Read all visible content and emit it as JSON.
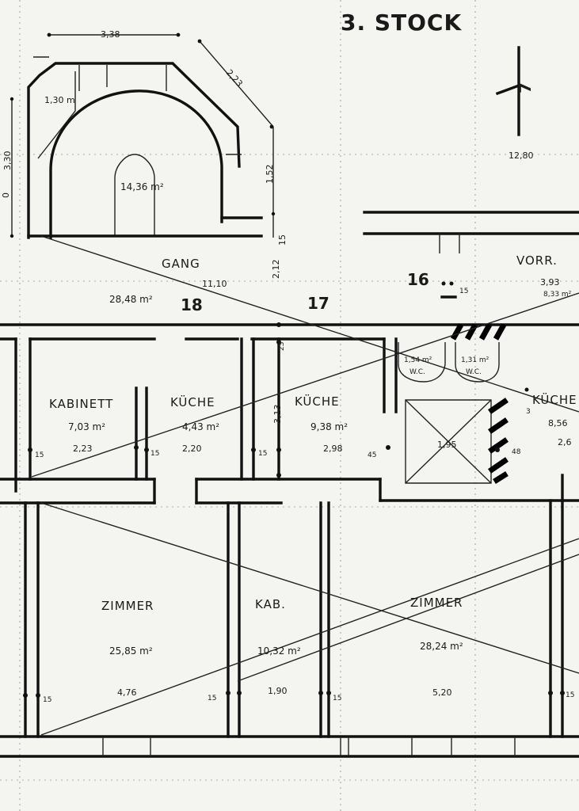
{
  "plan": {
    "title": "3. STOCK",
    "north_mark": "7",
    "stair_numbers": [
      "16",
      "17",
      "18"
    ],
    "rooms": [
      {
        "name": "GANG",
        "area": "28,48 m²",
        "dim": "11,10"
      },
      {
        "name": "KABINETT",
        "area": "7,03 m²",
        "dim": "2,23"
      },
      {
        "name": "KÜCHE",
        "area": "4,43 m²",
        "dim": "2,20"
      },
      {
        "name": "KÜCHE",
        "area": "9,38 m²",
        "dim": "2,98"
      },
      {
        "name": "W.C.",
        "area": "1,54 m²"
      },
      {
        "name": "W.C.",
        "area": "1,31 m²"
      },
      {
        "name": "VORR.",
        "area": "8,33 m²",
        "dim": "3,93"
      },
      {
        "name": "KÜCHE",
        "dim": "8,56"
      },
      {
        "name": "ZIMMER",
        "area": "25,85 m²",
        "dim": "4,76"
      },
      {
        "name": "KAB.",
        "area": "10,32 m²",
        "dim": "1,90"
      },
      {
        "name": "ZIMMER",
        "area": "28,24 m²",
        "dim": "5,20"
      }
    ],
    "stair_area": "14,36 m²",
    "dimensions": {
      "top_width": "3,38",
      "diag_wall": "2,23",
      "arch_width": "1,30 m",
      "left_height": "3,30",
      "left_zero": "0",
      "stair_height": "1,52",
      "gang_height": "2,12",
      "gang_15": "15",
      "right_width": "12,80",
      "kuche_height": "3,13",
      "wall_23": "23",
      "door_195": "1,95",
      "right_26": "2,6",
      "wall_15": "15",
      "wall_45": "45",
      "wall_48": "48",
      "wall_3": "3"
    }
  }
}
